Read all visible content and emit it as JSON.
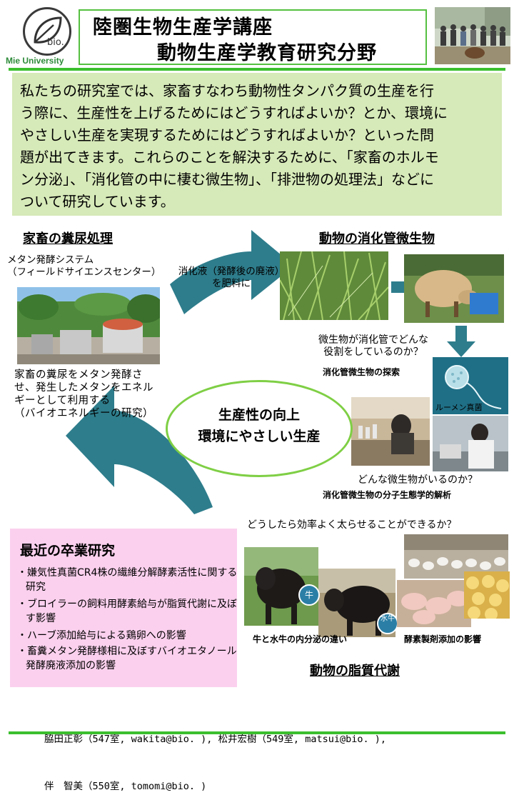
{
  "header": {
    "logo_text": "bio.",
    "university": "Mie University",
    "title_line1": "陸圏生物生産学講座",
    "title_line2": "動物生産学教育研究分野"
  },
  "intro": {
    "lines": [
      "私たちの研究室では、家畜すなわち動物性タンパク質の生産を行",
      "う際に、生産性を上げるためにはどうすればよいか？とか、環境に",
      "やさしい生産を実現するためにはどうすればよいか？といった問",
      "題が出てきます。これらのことを解決するために、「家畜のホルモ",
      "ン分泌」、「消化管の中に棲む微生物」、「排泄物の処理法」などに",
      "ついて研究しています。"
    ]
  },
  "manure": {
    "heading": "家畜の糞尿処理",
    "system_line1": "メタン発酵システム",
    "system_line2": "（フィールドサイエンスセンター）",
    "digestate_line1": "消化液（発酵後の廃液）",
    "digestate_line2": "を肥料に",
    "desc_lines": [
      "家畜の糞尿をメタン発酵さ",
      "せ、発生したメタンをエネル",
      "ギーとして利用する",
      "（バイオエネルギーの研究）"
    ]
  },
  "gut": {
    "heading": "動物の消化管微生物",
    "q1_line1": "微生物が消化管でどんな",
    "q1_line2": "役割をしているのか？",
    "q1_title": "消化管微生物の探索",
    "rumen_label": "ルーメン真菌",
    "q2_line": "どんな微生物がいるのか？",
    "q2_title": "消化管微生物の分子生態学的解析"
  },
  "center": {
    "line1": "生産性の向上",
    "line2": "環境にやさしい生産"
  },
  "lipid": {
    "question": "どうしたら効率よく太らせることができるか？",
    "cow_label": "牛",
    "buffalo_label": "水牛",
    "caption_left": "牛と水牛の内分泌の違い",
    "caption_right": "酵素製剤添加の影響",
    "heading": "動物の脂質代謝"
  },
  "recent": {
    "title": "最近の卒業研究",
    "items": [
      "・嫌気性真菌CR4株の繊維分解酵素活性に関する研究",
      "・ブロイラーの飼料用酵素給与が脂質代謝に及ぼす影響",
      "・ハーブ添加給与による鶏卵への影響",
      "・畜糞メタン発酵様相に及ぼすバイオエタノール発酵廃液添加の影響"
    ]
  },
  "authors": {
    "line1": "脇田正彰（547室, wakita@bio. ), 松井宏樹（549室, matsui@bio. ),",
    "line2": "伴　智美（550室, tomomi@bio. )"
  },
  "colors": {
    "accent_green": "#3cbf2e",
    "intro_bg": "#d6e9b8",
    "arrow_teal": "#2e7d8c",
    "recent_bg": "#fbd0ee"
  }
}
